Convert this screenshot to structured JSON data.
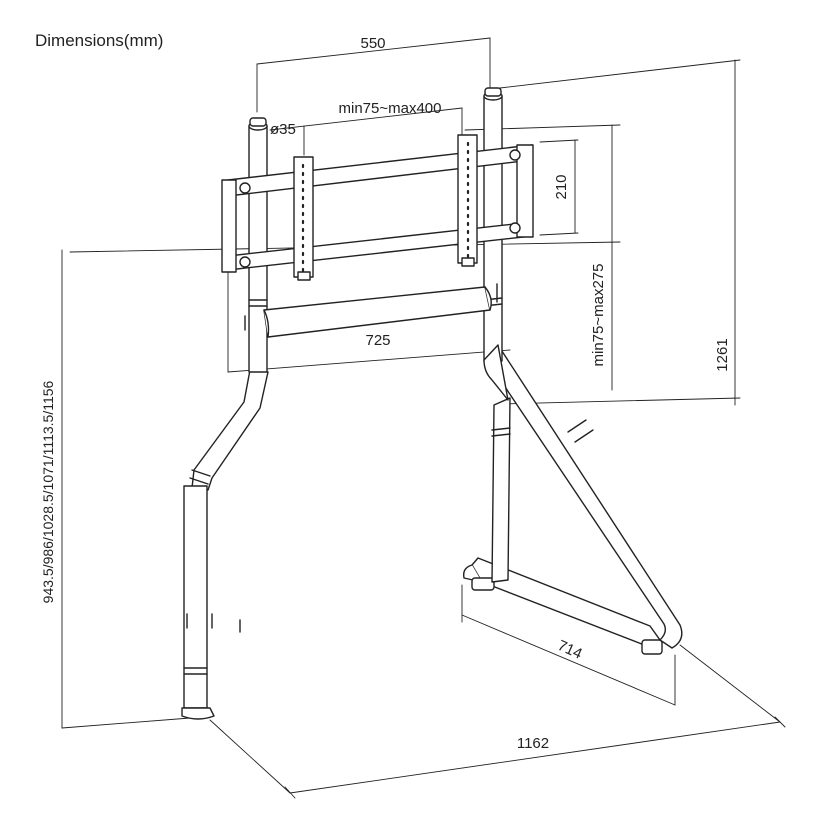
{
  "title": "Dimensions(mm)",
  "dimensions": {
    "post_spacing": "550",
    "pole_diameter": "ø35",
    "vesa_horizontal": "min75~max400",
    "bracket_height": "210",
    "vesa_vertical": "min75~max275",
    "total_height": "1261",
    "shelf_width": "725",
    "height_options": "943.5/986/1028.5/1071/1113.5/1156",
    "base_depth": "714",
    "base_width": "1162"
  },
  "colors": {
    "line": "#222222",
    "fill": "#ffffff"
  }
}
